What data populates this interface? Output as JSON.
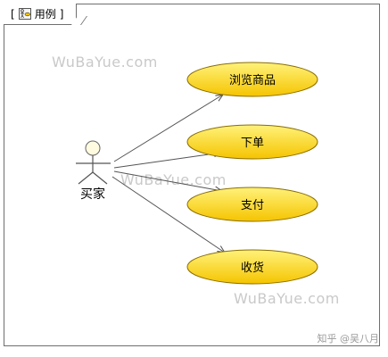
{
  "frame": {
    "bracket_open": "[",
    "icon": "use-case-diagram-icon",
    "title": "用例",
    "bracket_close": "]"
  },
  "actor": {
    "label": "买家"
  },
  "use_cases": [
    {
      "id": "uc1",
      "label": "浏览商品"
    },
    {
      "id": "uc2",
      "label": "下单"
    },
    {
      "id": "uc3",
      "label": "支付"
    },
    {
      "id": "uc4",
      "label": "收货"
    }
  ],
  "associations": [
    {
      "from": "actor",
      "to": "uc1"
    },
    {
      "from": "actor",
      "to": "uc2"
    },
    {
      "from": "actor",
      "to": "uc3"
    },
    {
      "from": "actor",
      "to": "uc4"
    }
  ],
  "watermarks": [
    "WuBaYue.com",
    "WuBaYue.com",
    "WuBaYue.com"
  ],
  "credit": "知乎 @吴八月",
  "colors": {
    "usecase_fill_top": "#fff27a",
    "usecase_fill_bottom": "#f5c400",
    "usecase_stroke": "#8a6d00",
    "actor_head": "#fffbe0",
    "line": "#555555"
  }
}
